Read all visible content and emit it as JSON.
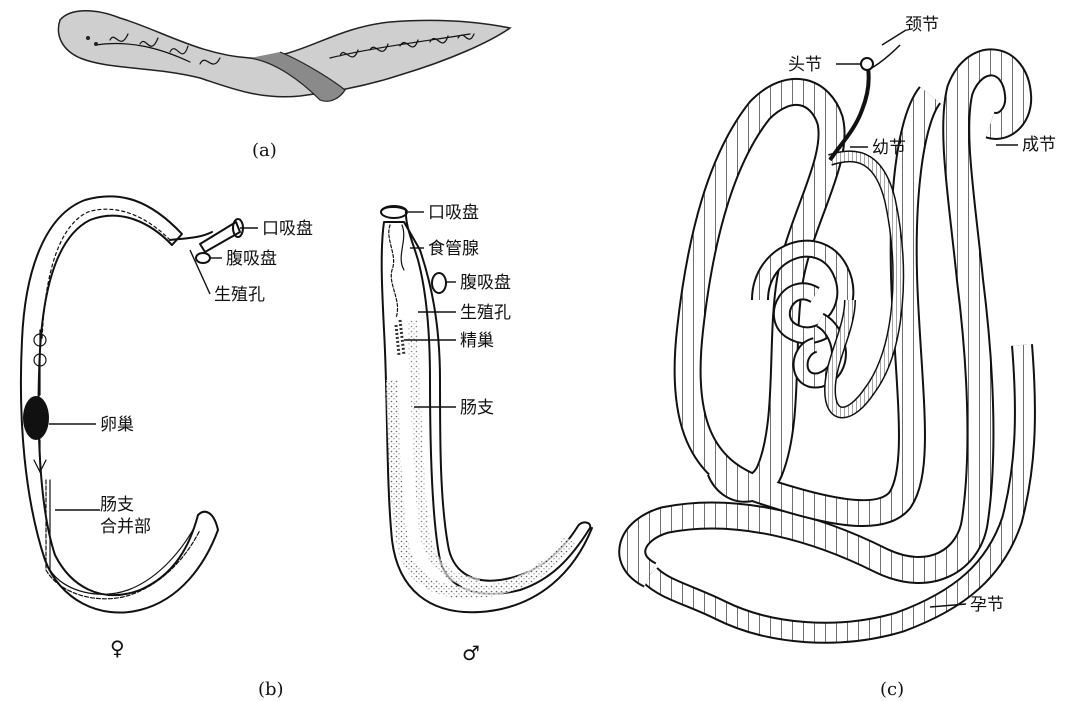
{
  "figure_a": {
    "caption": "(a)"
  },
  "figure_b": {
    "caption": "(b)",
    "female": {
      "symbol": "♀",
      "labels": {
        "oral_sucker": "口吸盘",
        "ventral_sucker": "腹吸盘",
        "genital_pore": "生殖孔",
        "ovary": "卵巢",
        "cecum_union_line1": "肠支",
        "cecum_union_line2": "合并部"
      }
    },
    "male": {
      "symbol": "♂",
      "labels": {
        "oral_sucker": "口吸盘",
        "esophageal_gland": "食管腺",
        "ventral_sucker": "腹吸盘",
        "genital_pore": "生殖孔",
        "testis": "精巢",
        "cecum": "肠支"
      }
    }
  },
  "figure_c": {
    "caption": "(c)",
    "labels": {
      "neck": "颈节",
      "scolex": "头节",
      "immature": "幼节",
      "mature": "成节",
      "gravid": "孕节"
    }
  }
}
